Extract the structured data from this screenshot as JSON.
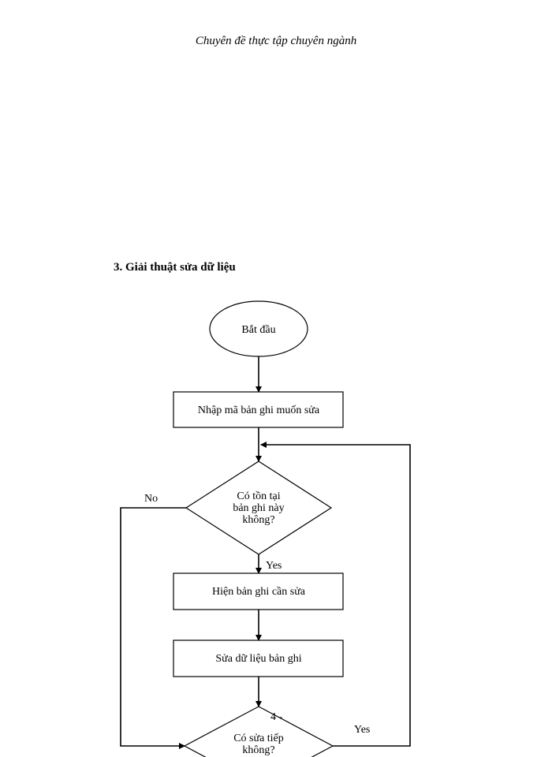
{
  "header": {
    "text": "Chuyên đề thực tập chuyên ngành"
  },
  "section": {
    "title": "3. Giải thuật sửa dữ liệu"
  },
  "flowchart": {
    "start": "Bắt đầu",
    "input": "Nhập mã bản ghi muốn sửa",
    "decision1": {
      "line1": "Có tồn tại",
      "line2": "bản ghi này",
      "line3": "không?"
    },
    "show": "Hiện bản ghi cần sửa",
    "edit": "Sửa dữ liệu bản ghi",
    "decision2": {
      "line1": "Có sửa tiếp",
      "line2": "không?"
    },
    "labels": {
      "no": "No",
      "yes1": "Yes",
      "yes2": "Yes",
      "stray": "4 -"
    }
  }
}
